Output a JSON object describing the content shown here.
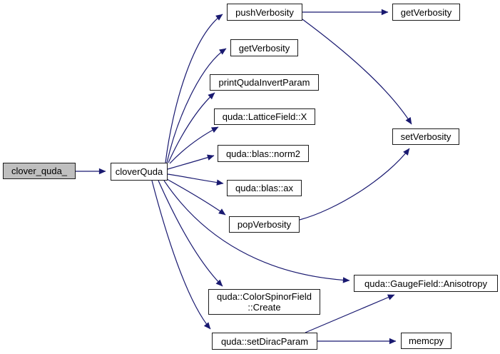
{
  "diagram": {
    "type": "call-graph",
    "background_color": "#ffffff",
    "edge_color": "#191970",
    "node_border_color": "#1c1c1c",
    "node_fill_color": "#ffffff",
    "root_node_fill_color": "#bfbfbf",
    "nodes": [
      {
        "id": "clover_quda_",
        "label": "clover_quda_",
        "root": true
      },
      {
        "id": "cloverQuda",
        "label": "cloverQuda",
        "root": false
      },
      {
        "id": "pushVerbosity",
        "label": "pushVerbosity",
        "root": false
      },
      {
        "id": "getVerbosity_top",
        "label": "getVerbosity",
        "root": false
      },
      {
        "id": "getVerbosity",
        "label": "getVerbosity",
        "root": false
      },
      {
        "id": "printQudaInvertParam",
        "label": "printQudaInvertParam",
        "root": false
      },
      {
        "id": "quda::LatticeField::X",
        "label": "quda::LatticeField::X",
        "root": false
      },
      {
        "id": "quda::blas::norm2",
        "label": "quda::blas::norm2",
        "root": false
      },
      {
        "id": "quda::blas::ax",
        "label": "quda::blas::ax",
        "root": false
      },
      {
        "id": "popVerbosity",
        "label": "popVerbosity",
        "root": false
      },
      {
        "id": "setVerbosity",
        "label": "setVerbosity",
        "root": false
      },
      {
        "id": "quda::ColorSpinorField::Create",
        "label": "quda::ColorSpinorField\n::Create",
        "root": false
      },
      {
        "id": "quda::GaugeField::Anisotropy",
        "label": "quda::GaugeField::Anisotropy",
        "root": false
      },
      {
        "id": "quda::setDiracParam",
        "label": "quda::setDiracParam",
        "root": false
      },
      {
        "id": "memcpy",
        "label": "memcpy",
        "root": false
      }
    ],
    "edges": [
      {
        "from": "clover_quda_",
        "to": "cloverQuda"
      },
      {
        "from": "cloverQuda",
        "to": "pushVerbosity"
      },
      {
        "from": "cloverQuda",
        "to": "getVerbosity"
      },
      {
        "from": "cloverQuda",
        "to": "printQudaInvertParam"
      },
      {
        "from": "cloverQuda",
        "to": "quda::LatticeField::X"
      },
      {
        "from": "cloverQuda",
        "to": "quda::blas::norm2"
      },
      {
        "from": "cloverQuda",
        "to": "quda::blas::ax"
      },
      {
        "from": "cloverQuda",
        "to": "popVerbosity"
      },
      {
        "from": "cloverQuda",
        "to": "quda::GaugeField::Anisotropy"
      },
      {
        "from": "cloverQuda",
        "to": "quda::ColorSpinorField::Create"
      },
      {
        "from": "cloverQuda",
        "to": "quda::setDiracParam"
      },
      {
        "from": "pushVerbosity",
        "to": "getVerbosity_top"
      },
      {
        "from": "pushVerbosity",
        "to": "setVerbosity"
      },
      {
        "from": "popVerbosity",
        "to": "setVerbosity"
      },
      {
        "from": "quda::setDiracParam",
        "to": "quda::GaugeField::Anisotropy"
      },
      {
        "from": "quda::setDiracParam",
        "to": "memcpy"
      }
    ]
  }
}
